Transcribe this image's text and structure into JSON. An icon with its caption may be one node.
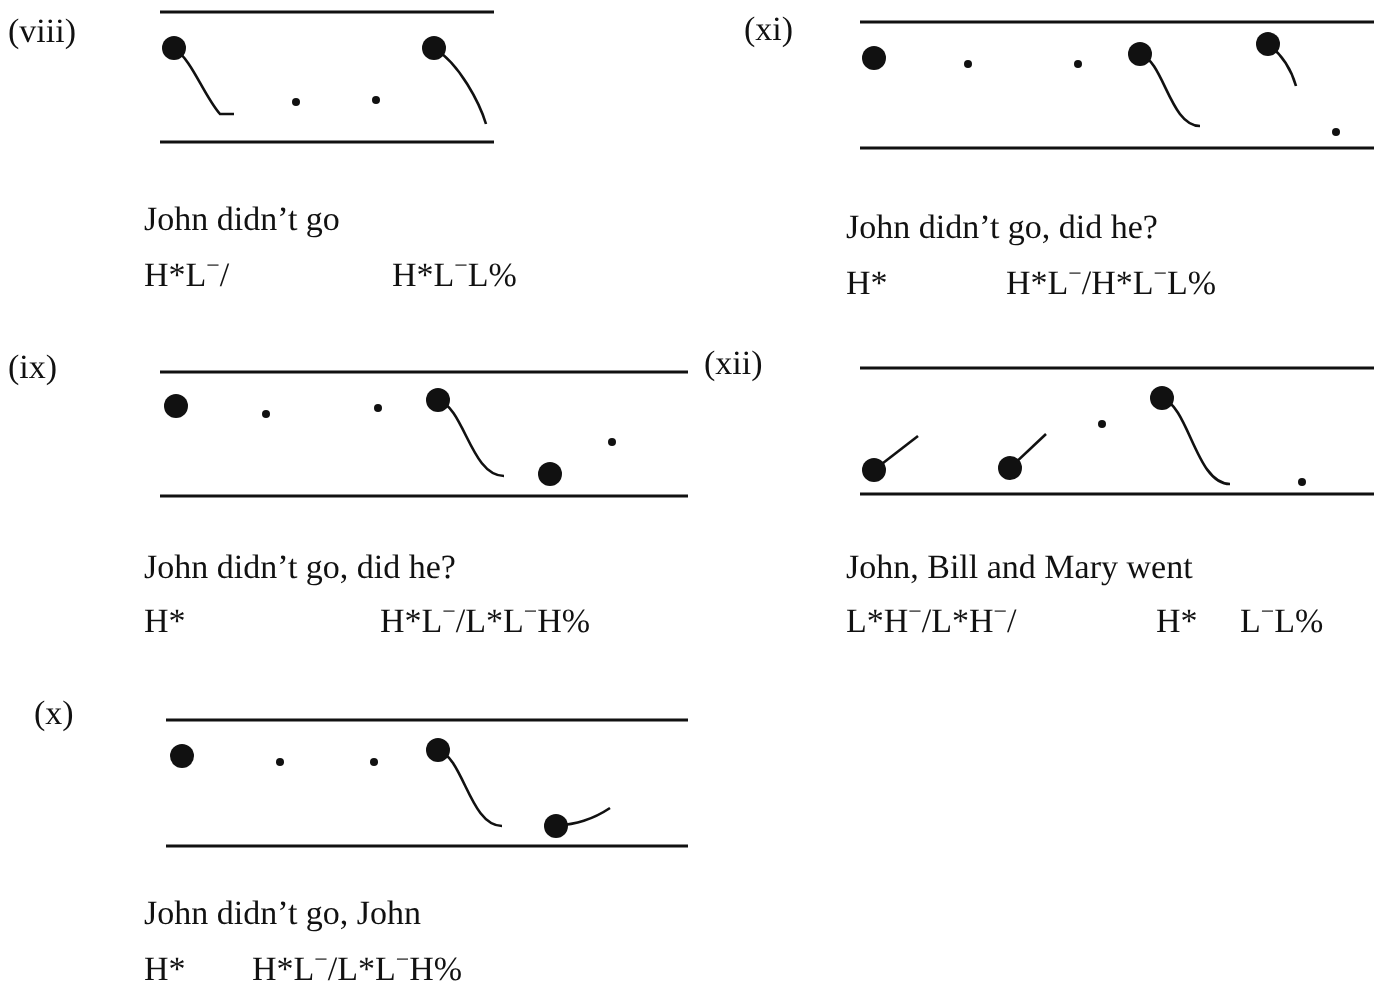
{
  "diagram": {
    "labels": [
      "(viii)",
      "John didn’t go",
      "H*L$^{−}$/",
      "H*L$^{−}$L%",
      "(xi)",
      "John didn’t go, did he?",
      "H*",
      "H*L$^{−}$/H*L$^{−}$L%",
      "(ix)",
      "John didn’t go, did he?",
      "H*",
      "H*L$^{−}$/L*L$^{−}$H%",
      "(xii)",
      "John, Bill and Mary went",
      "L*H$^{−}$/L*H$^{−}$/",
      "H*",
      "L$^{−}$L%",
      "(x)",
      "John didn’t go, John",
      "H*",
      "H*L$^{−}$/L*L$^{−}$H%"
    ]
  }
}
